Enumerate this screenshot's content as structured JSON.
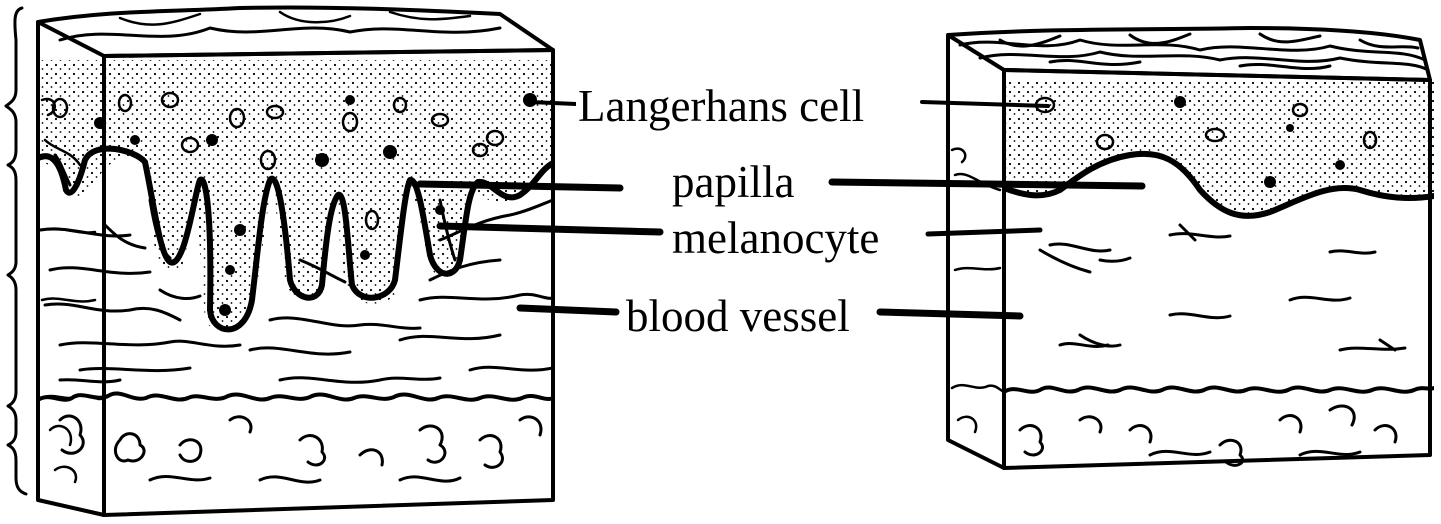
{
  "labels": {
    "langerhans": "Langerhans cell",
    "papilla": "papilla",
    "melanocyte": "melanocyte",
    "blood_vessel": "blood vessel"
  }
}
